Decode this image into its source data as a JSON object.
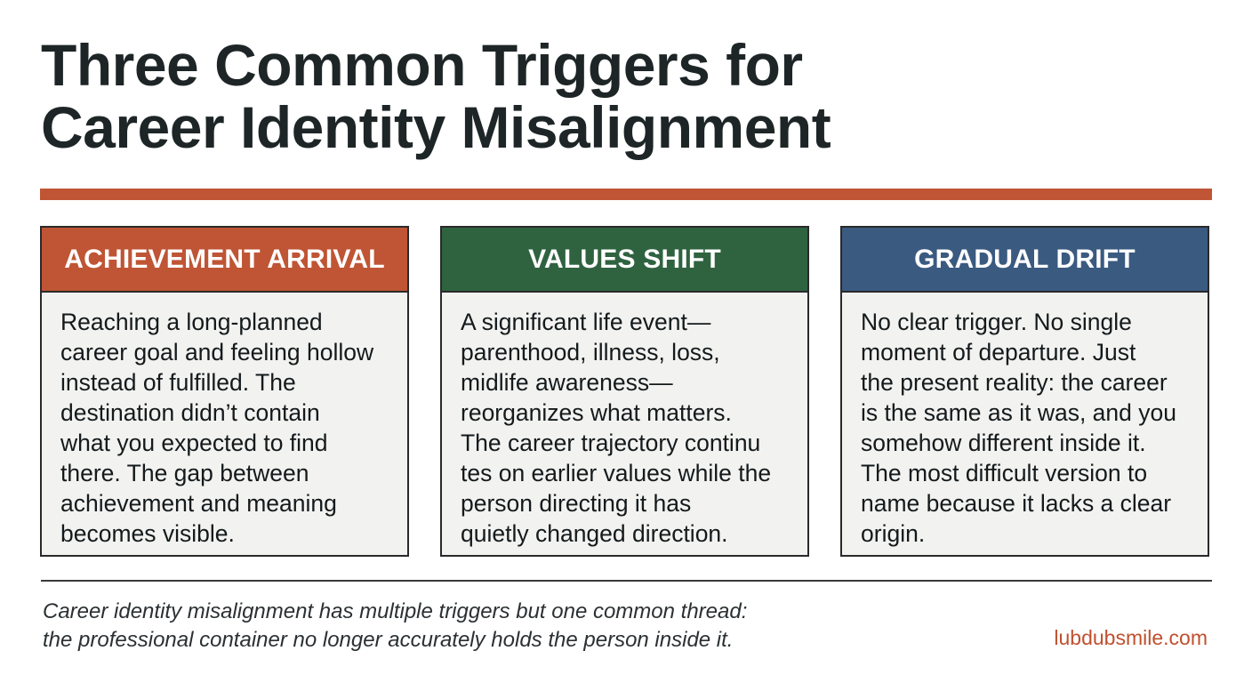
{
  "title": {
    "line1": "Three Common Triggers for",
    "line2": "Career Identity Misalignment"
  },
  "colors": {
    "accent_rule": "#bf5535",
    "achievement_header": "#bf5535",
    "values_header": "#2f6340",
    "drift_header": "#3a5a80",
    "site": "#c0502e"
  },
  "cards": [
    {
      "heading": "ACHIEVEMENT ARRIVAL",
      "lines": [
        "Reaching a long-planned",
        "career goal and feeling hollow",
        "instead of fulfilled. The",
        "destination didn’t contain",
        "what you expected to find",
        "there. The gap between",
        "achievement and meaning",
        "becomes visible."
      ]
    },
    {
      "heading": "VALUES SHIFT",
      "lines": [
        "A significant life event—",
        "parenthood, illness, loss,",
        "midlife awareness—",
        "reorganizes what matters.",
        "The career trajectory continu",
        "tes on earlier values while the",
        "person directing it has",
        "quietly changed direction."
      ]
    },
    {
      "heading": "GRADUAL DRIFT",
      "lines": [
        "No clear trigger. No single",
        "moment of departure. Just",
        "the present reality: the career",
        "is the same as it was, and you",
        "somehow different inside it.",
        "The most difficult version to",
        "name because it lacks a clear",
        "origin."
      ]
    }
  ],
  "footer": {
    "line1": "Career identity misalignment has multiple triggers but one common thread:",
    "line2": "the professional container no longer accurately holds the person inside it.",
    "site": "lubdubsmile.com"
  }
}
